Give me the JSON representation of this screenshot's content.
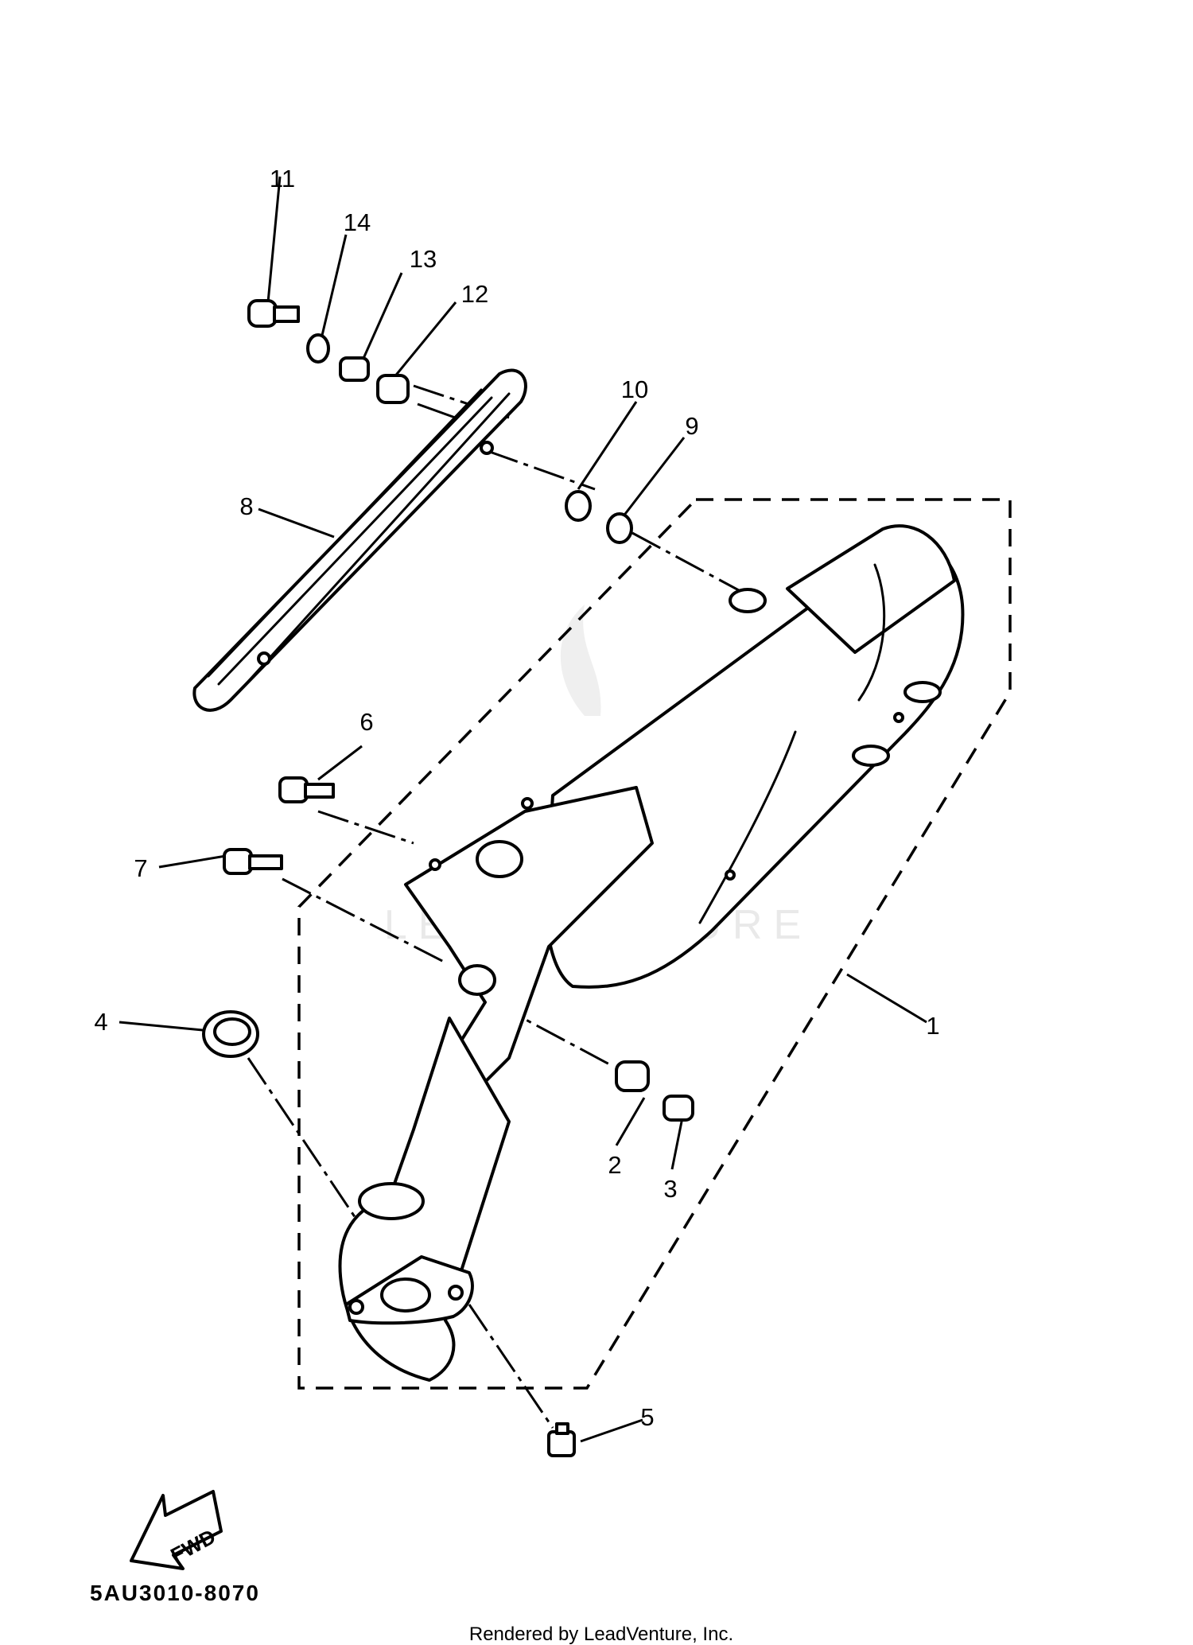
{
  "watermark": "LEADVENTURE",
  "diagram_code": "5AU3010-8070",
  "credit": "Rendered by LeadVenture, Inc.",
  "fwd_label": "FWD",
  "callouts": [
    "1",
    "2",
    "3",
    "4",
    "5",
    "6",
    "7",
    "8",
    "9",
    "10",
    "11",
    "12",
    "13",
    "14"
  ]
}
